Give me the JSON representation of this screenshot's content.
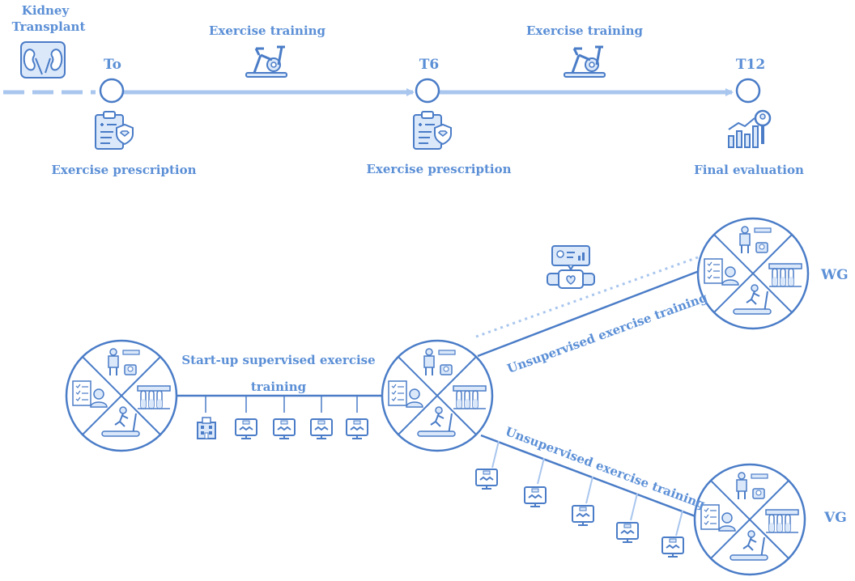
{
  "timeline": {
    "kidney_label_line1": "Kidney",
    "kidney_label_line2": "Transplant",
    "t0": "To",
    "t6": "T6",
    "t12": "T12",
    "training_label_1": "Exercise training",
    "training_label_2": "Exercise training",
    "prescription_label_1": "Exercise prescription",
    "prescription_label_2": "Exercise prescription",
    "final_label": "Final evaluation"
  },
  "flow": {
    "startup_line1": "Start-up supervised exercise",
    "startup_line2": "training",
    "unsupervised_upper": "Unsupervised exercise training",
    "unsupervised_lower": "Unsupervised exercise training",
    "wg": "WG",
    "vg": "VG"
  },
  "colors": {
    "primary": "#5b8fd6",
    "light": "#a9c6ee",
    "fill": "#dbe8fa",
    "stroke": "#4a7cc7"
  }
}
